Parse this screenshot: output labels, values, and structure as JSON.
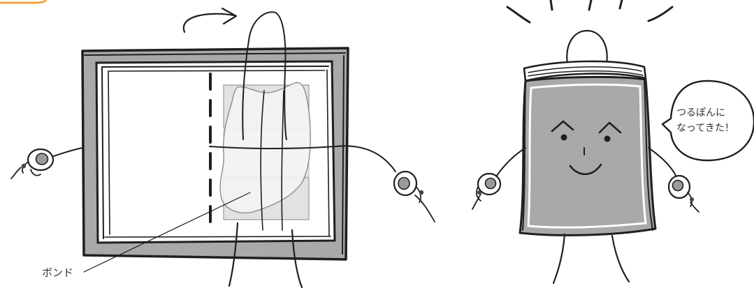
{
  "labels": {
    "bond": "ボンド",
    "speech_line1": "つるぽんに",
    "speech_line2": "なってきた！"
  },
  "colors": {
    "accent_orange": "#f0a23c",
    "cover_gray": "#a9a9a9",
    "ink": "#1f1f1f",
    "tape_gray": "#e2e2e2"
  }
}
